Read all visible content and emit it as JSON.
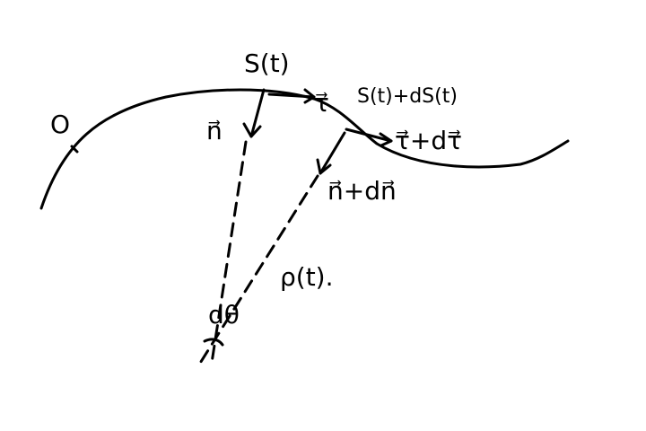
{
  "diagram": {
    "labels": {
      "origin": "O",
      "point": "S(t)",
      "tangent": "τ⃗",
      "next_point": "S(t)+dS(t)",
      "normal": "n⃗",
      "tangent_plus": "τ⃗+dτ⃗",
      "normal_plus": "n⃗+dn⃗",
      "radius": "ρ(t).",
      "angle": "dθ"
    }
  }
}
